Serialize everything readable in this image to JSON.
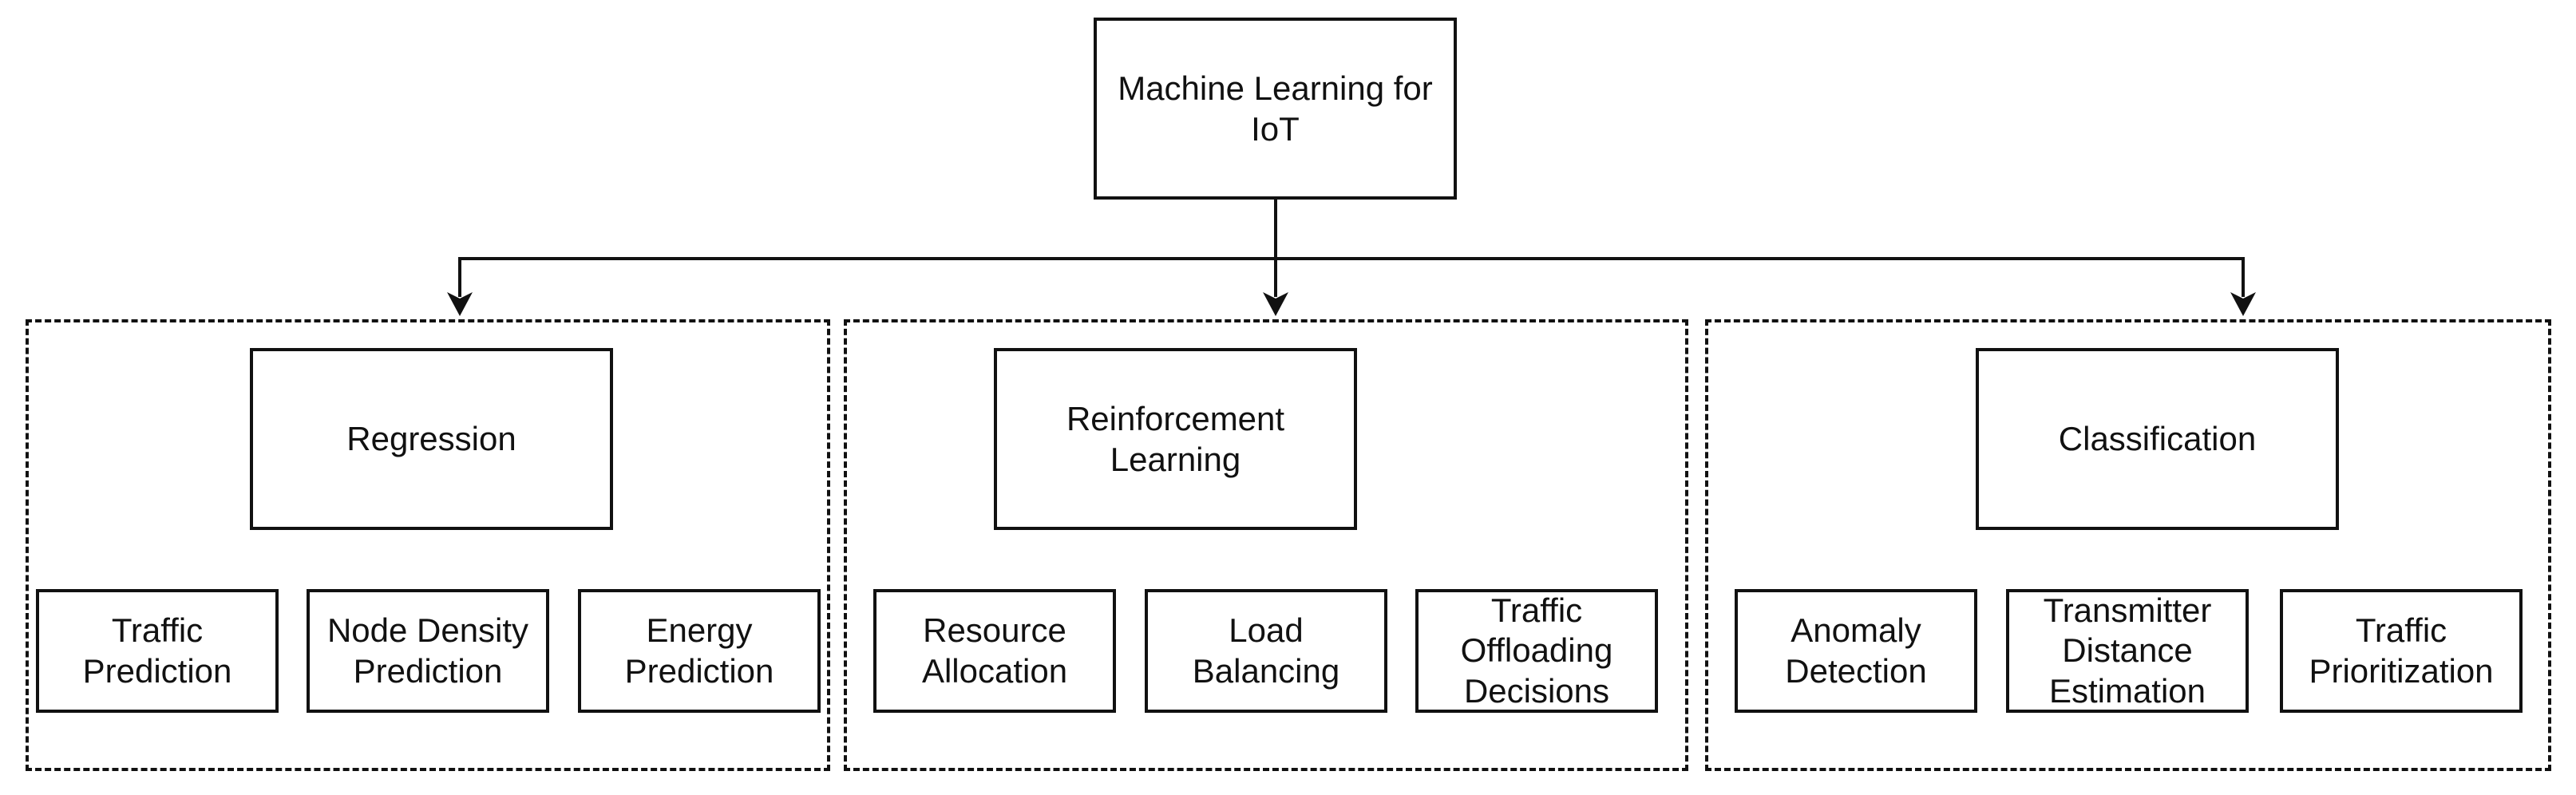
{
  "diagram": {
    "root": {
      "label": "Machine Learning for\nIoT"
    },
    "groups": [
      {
        "category": "Regression",
        "tasks": [
          "Traffic\nPrediction",
          "Node Density\nPrediction",
          "Energy\nPrediction"
        ]
      },
      {
        "category": "Reinforcement\nLearning",
        "tasks": [
          "Resource\nAllocation",
          "Load\nBalancing",
          "Traffic\nOffloading\nDecisions"
        ]
      },
      {
        "category": "Classification",
        "tasks": [
          "Anomaly\nDetection",
          "Transmitter\nDistance\nEstimation",
          "Traffic\nPrioritization"
        ]
      }
    ],
    "colors": {
      "stroke": "#111111",
      "background": "#ffffff"
    }
  }
}
